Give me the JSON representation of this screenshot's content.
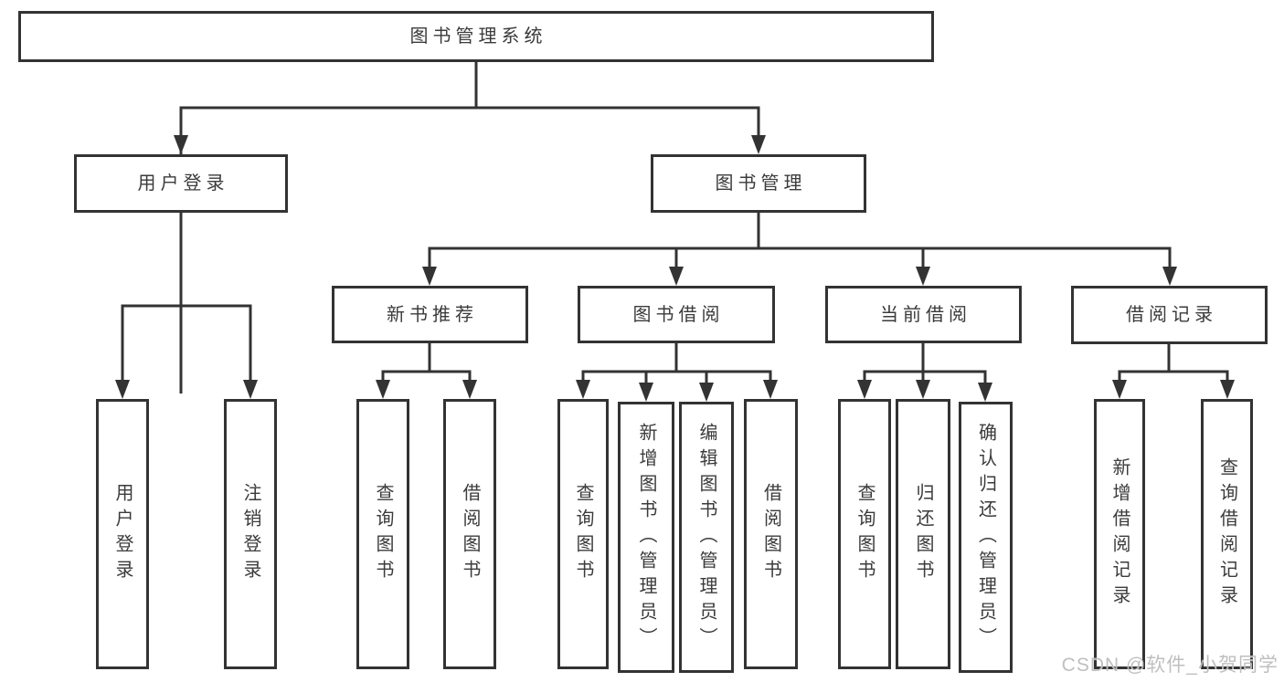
{
  "diagram": {
    "title_note": "functional structure tree",
    "root": {
      "label": "图书管理系统"
    },
    "branches": [
      {
        "label": "用户登录",
        "children": [
          {
            "label": "用户登录"
          },
          {
            "label": "注销登录"
          }
        ]
      },
      {
        "label": "图书管理",
        "children": [
          {
            "label": "新书推荐",
            "children": [
              {
                "label": "查询图书"
              },
              {
                "label": "借阅图书"
              }
            ]
          },
          {
            "label": "图书借阅",
            "children": [
              {
                "label": "查询图书"
              },
              {
                "label": "新增图书（管理员）"
              },
              {
                "label": "编辑图书（管理员）"
              },
              {
                "label": "借阅图书"
              }
            ]
          },
          {
            "label": "当前借阅",
            "children": [
              {
                "label": "查询图书"
              },
              {
                "label": "归还图书"
              },
              {
                "label": "确认归还（管理员）"
              }
            ]
          },
          {
            "label": "借阅记录",
            "children": [
              {
                "label": "新增借阅记录"
              },
              {
                "label": "查询借阅记录"
              }
            ]
          }
        ]
      }
    ],
    "watermark": "CSDN @软件_小贺同学",
    "colors": {
      "line": "#333333",
      "text": "#3b3b3b",
      "background": "#ffffff",
      "watermark": "#bababa"
    }
  }
}
